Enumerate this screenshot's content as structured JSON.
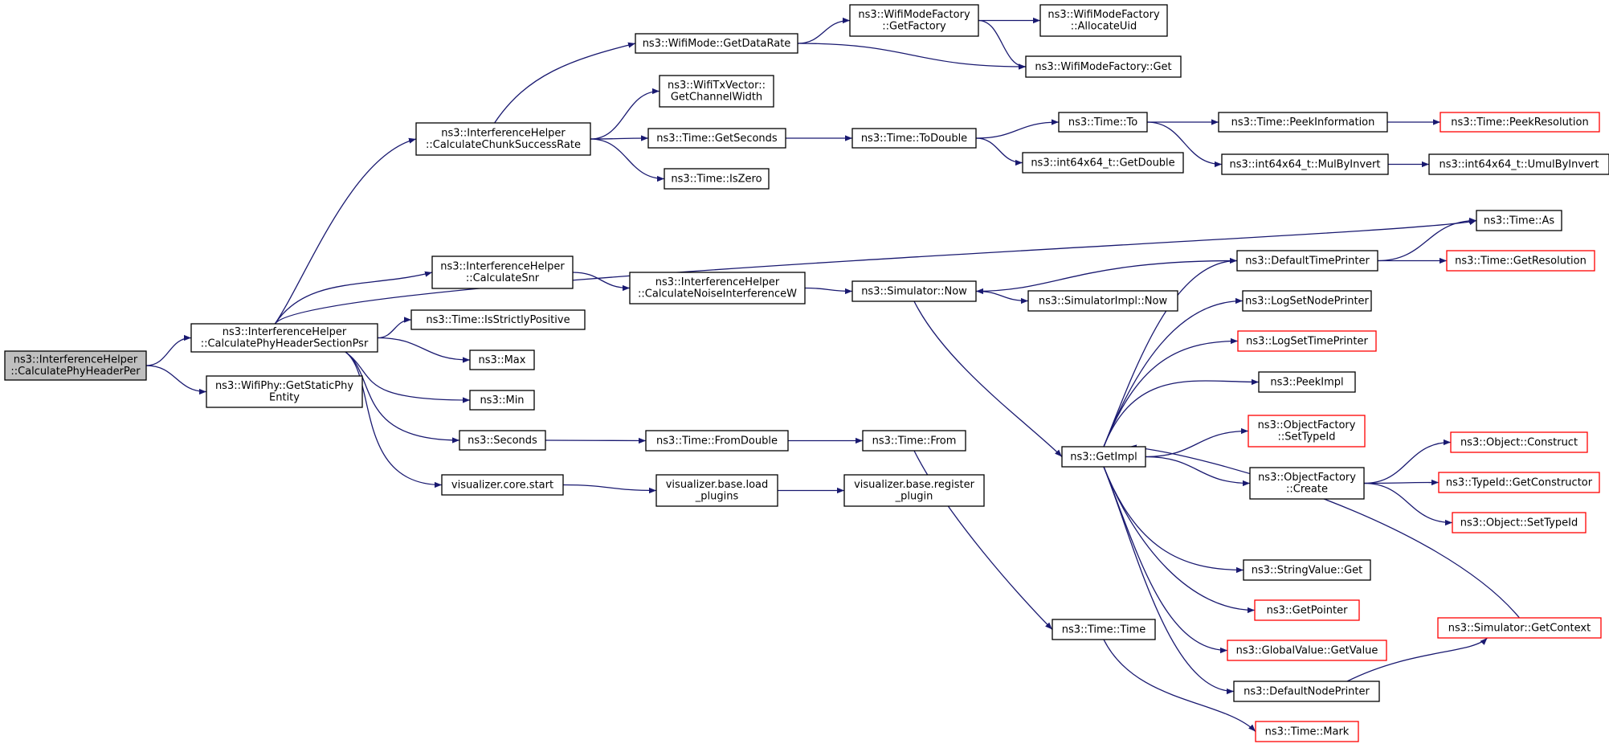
{
  "graph": {
    "colors": {
      "edge": "#191970",
      "node_fill": "#ffffff",
      "node_stroke": "#000000",
      "truncated_stroke": "#ff0000",
      "root_fill": "#bfbfbf"
    },
    "nodes": [
      {
        "id": "n0",
        "lines": [
          "ns3::InterferenceHelper",
          "::CalculatePhyHeaderPer"
        ],
        "style": "root"
      },
      {
        "id": "n1",
        "lines": [
          "ns3::InterferenceHelper",
          "::CalculatePhyHeaderSectionPsr"
        ],
        "style": "normal"
      },
      {
        "id": "n2",
        "lines": [
          "ns3::WifiPhy::GetStaticPhy",
          "Entity"
        ],
        "style": "normal"
      },
      {
        "id": "n3",
        "lines": [
          "ns3::InterferenceHelper",
          "::CalculateChunkSuccessRate"
        ],
        "style": "normal"
      },
      {
        "id": "n4",
        "lines": [
          "ns3::InterferenceHelper",
          "::CalculateSnr"
        ],
        "style": "normal"
      },
      {
        "id": "n5",
        "lines": [
          "ns3::Time::IsStrictlyPositive"
        ],
        "style": "normal"
      },
      {
        "id": "n6",
        "lines": [
          "ns3::Max"
        ],
        "style": "normal"
      },
      {
        "id": "n7",
        "lines": [
          "ns3::Min"
        ],
        "style": "normal"
      },
      {
        "id": "n8",
        "lines": [
          "ns3::Seconds"
        ],
        "style": "normal"
      },
      {
        "id": "n9",
        "lines": [
          "visualizer.core.start"
        ],
        "style": "normal"
      },
      {
        "id": "n10",
        "lines": [
          "ns3::WifiMode::GetDataRate"
        ],
        "style": "normal"
      },
      {
        "id": "n11",
        "lines": [
          "ns3::WifiTxVector::",
          "GetChannelWidth"
        ],
        "style": "normal"
      },
      {
        "id": "n12",
        "lines": [
          "ns3::Time::GetSeconds"
        ],
        "style": "normal"
      },
      {
        "id": "n13",
        "lines": [
          "ns3::Time::IsZero"
        ],
        "style": "normal"
      },
      {
        "id": "n14",
        "lines": [
          "ns3::InterferenceHelper",
          "::CalculateNoiseInterferenceW"
        ],
        "style": "normal"
      },
      {
        "id": "n15",
        "lines": [
          "ns3::Time::FromDouble"
        ],
        "style": "normal"
      },
      {
        "id": "n16",
        "lines": [
          "visualizer.base.load",
          "_plugins"
        ],
        "style": "normal"
      },
      {
        "id": "n17",
        "lines": [
          "ns3::WifiModeFactory",
          "::GetFactory"
        ],
        "style": "normal"
      },
      {
        "id": "n18",
        "lines": [
          "ns3::Time::ToDouble"
        ],
        "style": "normal"
      },
      {
        "id": "n19",
        "lines": [
          "ns3::Simulator::Now"
        ],
        "style": "normal"
      },
      {
        "id": "n20",
        "lines": [
          "ns3::Time::From"
        ],
        "style": "normal"
      },
      {
        "id": "n21",
        "lines": [
          "visualizer.base.register",
          "_plugin"
        ],
        "style": "normal"
      },
      {
        "id": "n22",
        "lines": [
          "ns3::WifiModeFactory",
          "::AllocateUid"
        ],
        "style": "normal"
      },
      {
        "id": "n23",
        "lines": [
          "ns3::WifiModeFactory::Get"
        ],
        "style": "normal"
      },
      {
        "id": "n24",
        "lines": [
          "ns3::Time::To"
        ],
        "style": "normal"
      },
      {
        "id": "n25",
        "lines": [
          "ns3::int64x64_t::GetDouble"
        ],
        "style": "normal"
      },
      {
        "id": "n26",
        "lines": [
          "ns3::SimulatorImpl::Now"
        ],
        "style": "normal"
      },
      {
        "id": "n27",
        "lines": [
          "ns3::GetImpl"
        ],
        "style": "normal"
      },
      {
        "id": "n28",
        "lines": [
          "ns3::Time::Time"
        ],
        "style": "normal"
      },
      {
        "id": "n29",
        "lines": [
          "ns3::Time::PeekInformation"
        ],
        "style": "normal"
      },
      {
        "id": "n30",
        "lines": [
          "ns3::int64x64_t::MulByInvert"
        ],
        "style": "normal"
      },
      {
        "id": "n31",
        "lines": [
          "ns3::DefaultTimePrinter"
        ],
        "style": "normal"
      },
      {
        "id": "n32",
        "lines": [
          "ns3::LogSetNodePrinter"
        ],
        "style": "normal"
      },
      {
        "id": "n33",
        "lines": [
          "ns3::LogSetTimePrinter"
        ],
        "style": "truncated"
      },
      {
        "id": "n34",
        "lines": [
          "ns3::PeekImpl"
        ],
        "style": "normal"
      },
      {
        "id": "n35",
        "lines": [
          "ns3::ObjectFactory",
          "::SetTypeId"
        ],
        "style": "truncated"
      },
      {
        "id": "n36",
        "lines": [
          "ns3::ObjectFactory",
          "::Create"
        ],
        "style": "normal"
      },
      {
        "id": "n37",
        "lines": [
          "ns3::StringValue::Get"
        ],
        "style": "normal"
      },
      {
        "id": "n38",
        "lines": [
          "ns3::GetPointer"
        ],
        "style": "truncated"
      },
      {
        "id": "n39",
        "lines": [
          "ns3::GlobalValue::GetValue"
        ],
        "style": "truncated"
      },
      {
        "id": "n40",
        "lines": [
          "ns3::DefaultNodePrinter"
        ],
        "style": "normal"
      },
      {
        "id": "n41",
        "lines": [
          "ns3::Time::Mark"
        ],
        "style": "truncated"
      },
      {
        "id": "n42",
        "lines": [
          "ns3::Time::PeekResolution"
        ],
        "style": "truncated"
      },
      {
        "id": "n43",
        "lines": [
          "ns3::int64x64_t::UmulByInvert"
        ],
        "style": "normal"
      },
      {
        "id": "n44",
        "lines": [
          "ns3::Time::As"
        ],
        "style": "normal"
      },
      {
        "id": "n45",
        "lines": [
          "ns3::Time::GetResolution"
        ],
        "style": "truncated"
      },
      {
        "id": "n46",
        "lines": [
          "ns3::Object::Construct"
        ],
        "style": "truncated"
      },
      {
        "id": "n47",
        "lines": [
          "ns3::TypeId::GetConstructor"
        ],
        "style": "truncated"
      },
      {
        "id": "n48",
        "lines": [
          "ns3::Object::SetTypeId"
        ],
        "style": "truncated"
      },
      {
        "id": "n49",
        "lines": [
          "ns3::Simulator::GetContext"
        ],
        "style": "truncated"
      }
    ],
    "edges": [
      [
        "n0",
        "n1"
      ],
      [
        "n0",
        "n2"
      ],
      [
        "n1",
        "n3"
      ],
      [
        "n1",
        "n44"
      ],
      [
        "n1",
        "n4"
      ],
      [
        "n1",
        "n5"
      ],
      [
        "n1",
        "n6"
      ],
      [
        "n1",
        "n7"
      ],
      [
        "n1",
        "n8"
      ],
      [
        "n1",
        "n9"
      ],
      [
        "n3",
        "n10"
      ],
      [
        "n3",
        "n11"
      ],
      [
        "n3",
        "n12"
      ],
      [
        "n3",
        "n13"
      ],
      [
        "n10",
        "n17"
      ],
      [
        "n10",
        "n23"
      ],
      [
        "n17",
        "n22"
      ],
      [
        "n17",
        "n23"
      ],
      [
        "n12",
        "n18"
      ],
      [
        "n18",
        "n24"
      ],
      [
        "n18",
        "n25"
      ],
      [
        "n24",
        "n29"
      ],
      [
        "n24",
        "n30"
      ],
      [
        "n29",
        "n42"
      ],
      [
        "n30",
        "n43"
      ],
      [
        "n4",
        "n14"
      ],
      [
        "n14",
        "n19"
      ],
      [
        "n19",
        "n26"
      ],
      [
        "n19",
        "n27"
      ],
      [
        "n31",
        "n19"
      ],
      [
        "n31",
        "n44"
      ],
      [
        "n31",
        "n45"
      ],
      [
        "n27",
        "n31"
      ],
      [
        "n27",
        "n32"
      ],
      [
        "n27",
        "n33"
      ],
      [
        "n27",
        "n34"
      ],
      [
        "n27",
        "n35"
      ],
      [
        "n27",
        "n36"
      ],
      [
        "n27",
        "n37"
      ],
      [
        "n27",
        "n38"
      ],
      [
        "n27",
        "n39"
      ],
      [
        "n27",
        "n40"
      ],
      [
        "n36",
        "n46"
      ],
      [
        "n36",
        "n47"
      ],
      [
        "n36",
        "n48"
      ],
      [
        "n49",
        "n27"
      ],
      [
        "n40",
        "n49"
      ],
      [
        "n8",
        "n15"
      ],
      [
        "n15",
        "n20"
      ],
      [
        "n20",
        "n28"
      ],
      [
        "n28",
        "n41"
      ],
      [
        "n9",
        "n16"
      ],
      [
        "n16",
        "n21"
      ]
    ]
  }
}
